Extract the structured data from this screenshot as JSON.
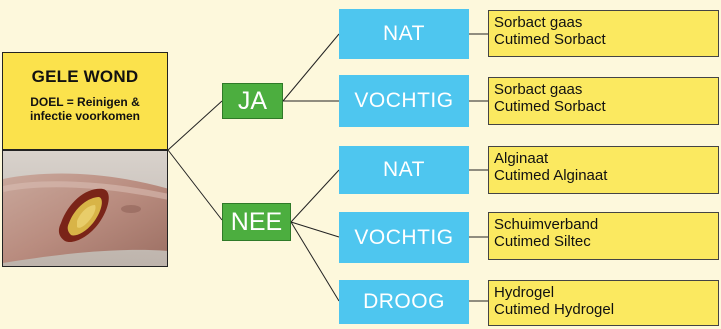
{
  "title": {
    "heading": "GELE WOND",
    "goal_line1": "DOEL = Reinigen &",
    "goal_line2": "infectie voorkomen"
  },
  "photo": {
    "subject": "yellow-wound-photo"
  },
  "decisions": [
    {
      "label": "JA"
    },
    {
      "label": "NEE"
    }
  ],
  "states": [
    {
      "label": "NAT"
    },
    {
      "label": "VOCHTIG"
    },
    {
      "label": "NAT"
    },
    {
      "label": "VOCHTIG"
    },
    {
      "label": "DROOG"
    }
  ],
  "products": [
    {
      "line1": "Sorbact gaas",
      "line2": "Cutimed Sorbact"
    },
    {
      "line1": "Sorbact gaas",
      "line2": "Cutimed Sorbact"
    },
    {
      "line1": "Alginaat",
      "line2": "Cutimed Alginaat"
    },
    {
      "line1": "Schuimverband",
      "line2": "Cutimed Siltec"
    },
    {
      "line1": "Hydrogel",
      "line2": "Cutimed Hydrogel"
    }
  ],
  "colors": {
    "background": "#fdf8dc",
    "title_fill": "#fbe24c",
    "decision_fill": "#4cae3f",
    "state_fill": "#4ec6ef",
    "product_fill": "#fbe960"
  }
}
